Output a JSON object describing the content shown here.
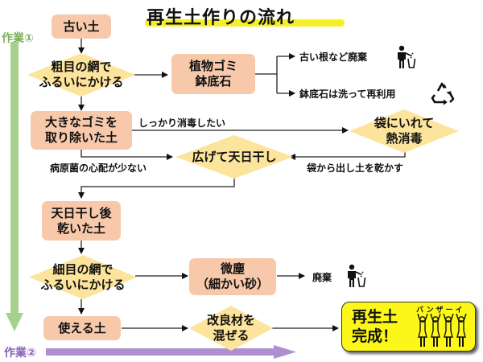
{
  "title": "再生土作りの流れ",
  "work_labels": {
    "work1": "作業①",
    "work2": "作業②"
  },
  "nodes": {
    "old_soil": "古い土",
    "coarse_sieve": [
      "粗目の網で",
      "ふるいにかける"
    ],
    "plant_waste": [
      "植物ゴミ",
      "鉢底石"
    ],
    "removed_soil": [
      "大きなゴミを",
      "取り除いた土"
    ],
    "sun_dry": "広げて天日干し",
    "bag_heat": [
      "袋にいれて",
      "熱消毒"
    ],
    "dried_soil": [
      "天日干し後",
      "乾いた土"
    ],
    "fine_sieve": [
      "細目の網で",
      "ふるいにかける"
    ],
    "fine_dust": [
      "微塵",
      "（細かい砂）"
    ],
    "usable_soil": "使える土",
    "mix_amendment": [
      "改良材を",
      "混ぜる"
    ],
    "complete": [
      "再生土",
      "完成！"
    ]
  },
  "annotations": {
    "old_roots_discard": "古い根など廃棄",
    "stones_reuse": "鉢底石は洗って再利用",
    "disinfect_thoroughly": "しっかり消毒したい",
    "low_pathogen_worry": "病原菌の心配が少ない",
    "take_out_dry": "袋から出し土を乾かす",
    "discard": "廃棄",
    "banzai": "バンザーイ"
  },
  "icons": {
    "trash1": "trash-person-icon",
    "recycle": "recycle-icon",
    "trash2": "trash-person-icon",
    "banzai": "cheering-people-icon"
  },
  "colors": {
    "box_fill": "#f7c9aa",
    "diamond_fill": "#fde49c",
    "final_fill": "#fcf718",
    "work1_arrow": "#a6d18c",
    "work2_arrow": "#ae8fcf",
    "title_highlight": "#f5ee2a"
  }
}
